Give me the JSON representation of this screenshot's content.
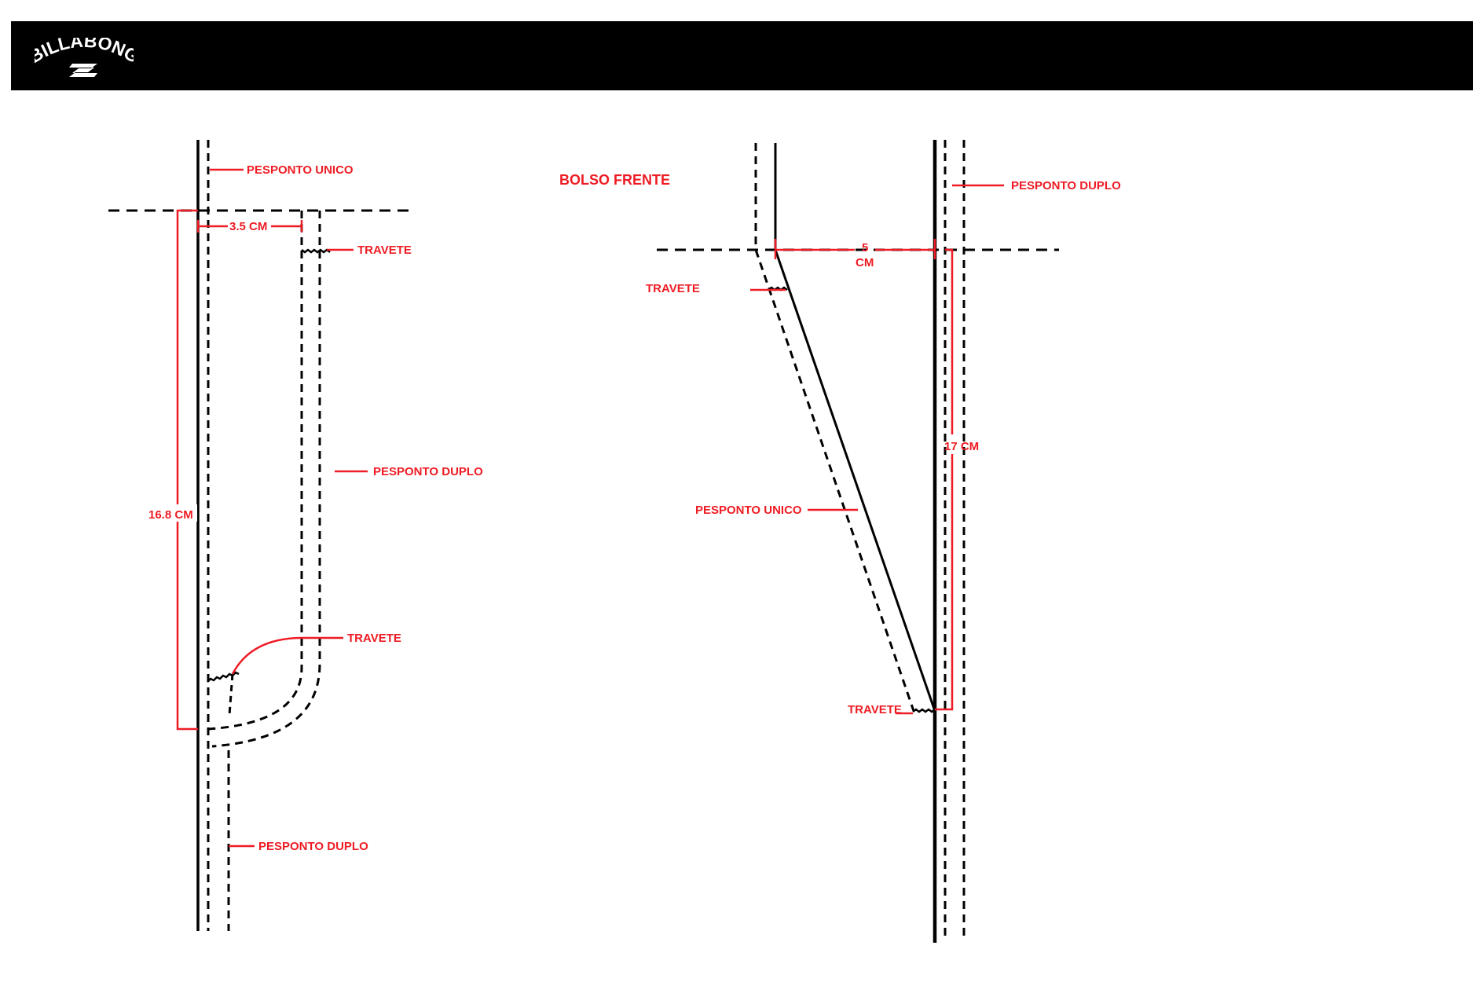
{
  "brand": {
    "logo_text": "BILLABONG"
  },
  "colors": {
    "accent": "#ee1c24",
    "ink": "#000000",
    "header": "#000000",
    "background": "#ffffff"
  },
  "left_diagram": {
    "label_pesponto_unico": "PESPONTO UNICO",
    "label_width": "3.5 CM",
    "label_travete_top": "TRAVETE",
    "label_pesponto_duplo_side": "PESPONTO DUPLO",
    "label_height": "16.8 CM",
    "label_travete_bottom": "TRAVETE",
    "label_pesponto_duplo_bottom": "PESPONTO DUPLO"
  },
  "right_diagram": {
    "title": "BOLSO FRENTE",
    "label_pesponto_duplo": "PESPONTO DUPLO",
    "label_width_value": "5",
    "label_width_unit": "CM",
    "label_travete_top": "TRAVETE",
    "label_pesponto_unico": "PESPONTO UNICO",
    "label_height": "17 CM",
    "label_travete_bottom": "TRAVETE"
  }
}
